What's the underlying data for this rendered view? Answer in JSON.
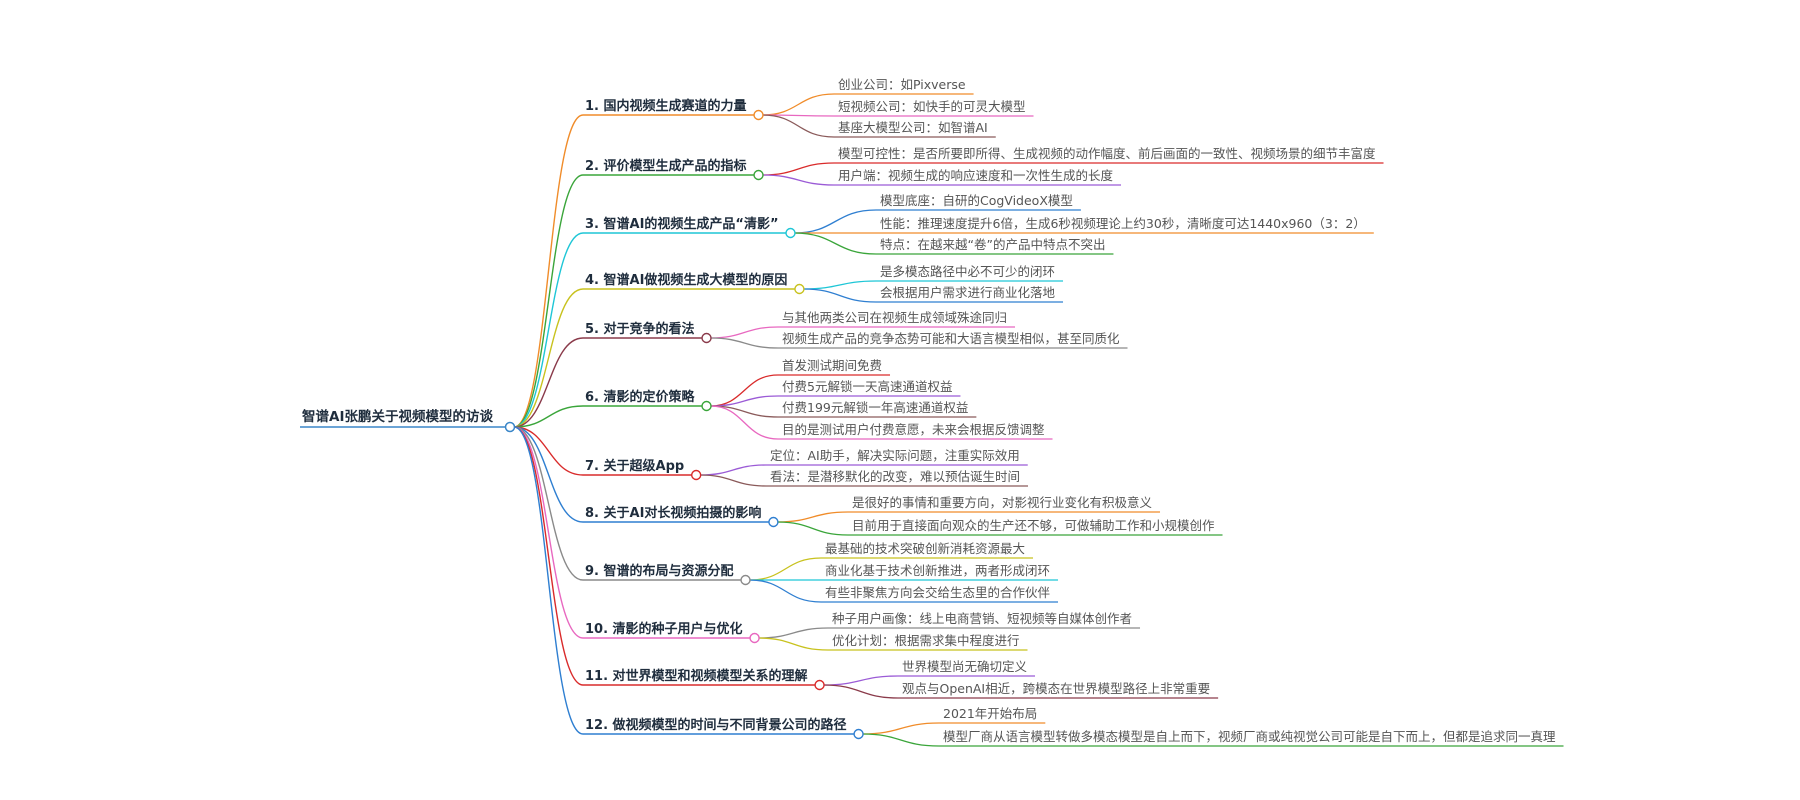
{
  "root": {
    "label": "智谱AI张鹏关于视频模型的访谈",
    "color": "#3a86c8"
  },
  "branches": [
    {
      "label": "1. 国内视频生成赛道的力量",
      "color": "#f08c2a",
      "children": [
        {
          "label": "创业公司：如Pixverse",
          "color": "#f08c2a"
        },
        {
          "label": "短视频公司：如快手的可灵大模型",
          "color": "#e868c0"
        },
        {
          "label": "基座大模型公司：如智谱AI",
          "color": "#8a5a5a"
        }
      ]
    },
    {
      "label": "2. 评价模型生成产品的指标",
      "color": "#3aa53a",
      "children": [
        {
          "label": "模型可控性：是否所要即所得、生成视频的动作幅度、前后画面的一致性、视频场景的细节丰富度",
          "color": "#d92b2b"
        },
        {
          "label": "用户端：视频生成的响应速度和一次性生成的长度",
          "color": "#9b5bd6"
        }
      ]
    },
    {
      "label": "3. 智谱AI的视频生成产品“清影”",
      "color": "#1ec6d6",
      "children": [
        {
          "label": "模型底座：自研的CogVideoX模型",
          "color": "#2f7fd1"
        },
        {
          "label": "性能：推理速度提升6倍，生成6秒视频理论上约30秒，清晰度可达1440x960（3：2）",
          "color": "#f08c2a"
        },
        {
          "label": "特点：在越来越“卷”的产品中特点不突出",
          "color": "#3aa53a"
        }
      ]
    },
    {
      "label": "4. 智谱AI做视频生成大模型的原因",
      "color": "#c8c21e",
      "children": [
        {
          "label": "是多模态路径中必不可少的闭环",
          "color": "#1ec6d6"
        },
        {
          "label": "会根据用户需求进行商业化落地",
          "color": "#2f7fd1"
        }
      ]
    },
    {
      "label": "5. 对于竞争的看法",
      "color": "#8a3a4a",
      "children": [
        {
          "label": "与其他两类公司在视频生成领域殊途同归",
          "color": "#e868c0"
        },
        {
          "label": "视频生成产品的竞争态势可能和大语言模型相似，甚至同质化",
          "color": "#8a8a8a"
        }
      ]
    },
    {
      "label": "6. 清影的定价策略",
      "color": "#3aa53a",
      "children": [
        {
          "label": "首发测试期间免费",
          "color": "#d92b2b"
        },
        {
          "label": "付费5元解锁一天高速通道权益",
          "color": "#9b5bd6"
        },
        {
          "label": "付费199元解锁一年高速通道权益",
          "color": "#8a5a5a"
        },
        {
          "label": "目的是测试用户付费意愿，未来会根据反馈调整",
          "color": "#e868c0"
        }
      ]
    },
    {
      "label": "7. 关于超级App",
      "color": "#d92b2b",
      "children": [
        {
          "label": "定位：AI助手，解决实际问题，注重实际效用",
          "color": "#9b5bd6"
        },
        {
          "label": "看法：是潜移默化的改变，难以预估诞生时间",
          "color": "#8a5a5a"
        }
      ]
    },
    {
      "label": "8. 关于AI对长视频拍摄的影响",
      "color": "#2f7fd1",
      "children": [
        {
          "label": "是很好的事情和重要方向，对影视行业变化有积极意义",
          "color": "#f08c2a"
        },
        {
          "label": "目前用于直接面向观众的生产还不够，可做辅助工作和小规模创作",
          "color": "#3aa53a"
        }
      ]
    },
    {
      "label": "9. 智谱的布局与资源分配",
      "color": "#8a8a8a",
      "children": [
        {
          "label": "最基础的技术突破创新消耗资源最大",
          "color": "#c8c21e"
        },
        {
          "label": "商业化基于技术创新推进，两者形成闭环",
          "color": "#1ec6d6"
        },
        {
          "label": "有些非聚焦方向会交给生态里的合作伙伴",
          "color": "#2f7fd1"
        }
      ]
    },
    {
      "label": "10. 清影的种子用户与优化",
      "color": "#e868c0",
      "children": [
        {
          "label": "种子用户画像：线上电商营销、短视频等自媒体创作者",
          "color": "#8a8a8a"
        },
        {
          "label": "优化计划：根据需求集中程度进行",
          "color": "#c8c21e"
        }
      ]
    },
    {
      "label": "11. 对世界模型和视频模型关系的理解",
      "color": "#d92b2b",
      "children": [
        {
          "label": "世界模型尚无确切定义",
          "color": "#9b5bd6"
        },
        {
          "label": "观点与OpenAI相近，跨模态在世界模型路径上非常重要",
          "color": "#8a3a4a"
        }
      ]
    },
    {
      "label": "12. 做视频模型的时间与不同背景公司的路径",
      "color": "#2f7fd1",
      "children": [
        {
          "label": "2021年开始布局",
          "color": "#f08c2a"
        },
        {
          "label": "模型厂商从语言模型转做多模态模型是自上而下，视频厂商或纯视觉公司可能是自下而上，但都是追求同一真理",
          "color": "#3aa53a"
        }
      ]
    }
  ]
}
